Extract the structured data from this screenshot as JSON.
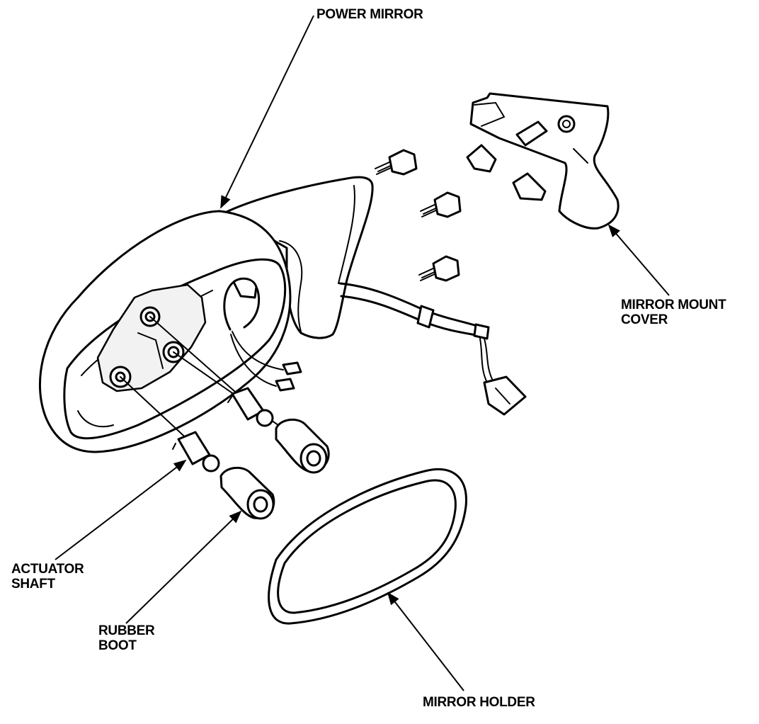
{
  "labels": {
    "power_mirror": "POWER MIRROR",
    "mirror_mount_cover_line1": "MIRROR MOUNT",
    "mirror_mount_cover_line2": "COVER",
    "actuator_shaft_line1": "ACTUATOR",
    "actuator_shaft_line2": "SHAFT",
    "rubber_boot_line1": "RUBBER",
    "rubber_boot_line2": "BOOT",
    "mirror_holder": "MIRROR HOLDER"
  },
  "colors": {
    "ink": "#000000",
    "paper": "#ffffff"
  }
}
